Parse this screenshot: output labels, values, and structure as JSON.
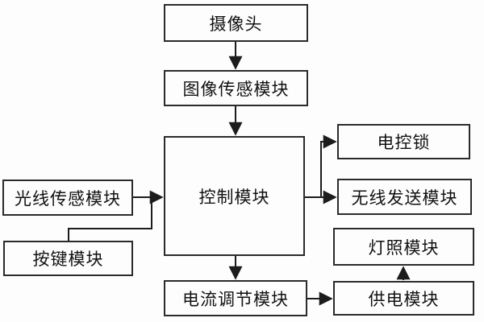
{
  "diagram": {
    "type": "block-diagram",
    "background": "#fdfdfd",
    "line_color": "#1c1c1c",
    "border_color": "#2b2b2b",
    "text_color": "#111111",
    "nodes": {
      "camera": {
        "label": "摄像头"
      },
      "image_sensor": {
        "label": "图像传感模块"
      },
      "control": {
        "label": "控制模块"
      },
      "light_sensor": {
        "label": "光线传感模块"
      },
      "button": {
        "label": "按键模块"
      },
      "lock": {
        "label": "电控锁"
      },
      "wireless": {
        "label": "无线发送模块"
      },
      "lighting": {
        "label": "灯照模块"
      },
      "power": {
        "label": "供电模块"
      },
      "current": {
        "label": "电流调节模块"
      }
    },
    "edges": [
      {
        "from": "摄像头",
        "to": "图像传感模块"
      },
      {
        "from": "图像传感模块",
        "to": "控制模块"
      },
      {
        "from": "光线传感模块",
        "to": "控制模块"
      },
      {
        "from": "按键模块",
        "to": "控制模块"
      },
      {
        "from": "控制模块",
        "to": "电控锁"
      },
      {
        "from": "控制模块",
        "to": "无线发送模块"
      },
      {
        "from": "控制模块",
        "to": "电流调节模块"
      },
      {
        "from": "电流调节模块",
        "to": "供电模块"
      },
      {
        "from": "供电模块",
        "to": "灯照模块"
      }
    ]
  }
}
